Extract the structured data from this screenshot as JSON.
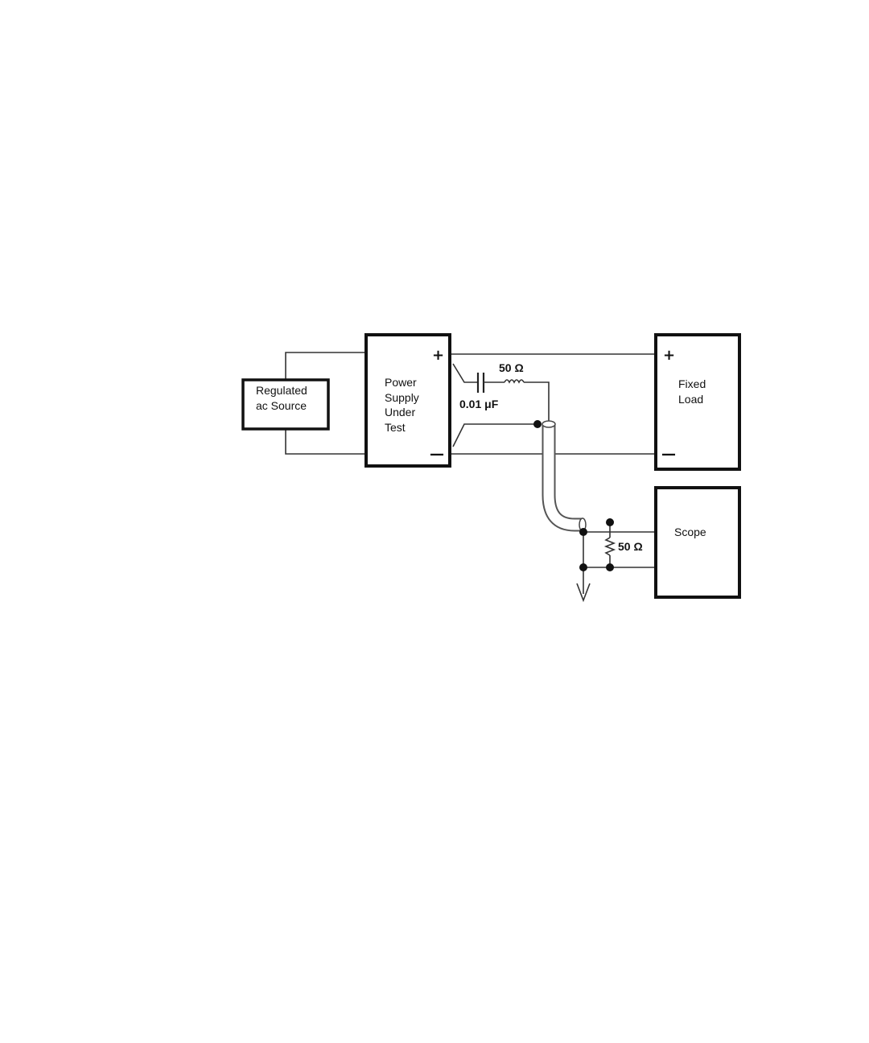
{
  "blocks": {
    "source": {
      "line1": "Regulated",
      "line2": "ac Source"
    },
    "psu": {
      "line1": "Power",
      "line2": "Supply",
      "line3": "Under",
      "line4": "Test",
      "plus": "+",
      "minus": "—"
    },
    "load": {
      "line1": "Fixed",
      "line2": "Load",
      "plus": "+",
      "minus": "—"
    },
    "scope": {
      "label": "Scope"
    }
  },
  "components": {
    "series_resistor": "50 Ω",
    "capacitor": "0.01 μF",
    "shunt_resistor": "50 Ω"
  }
}
